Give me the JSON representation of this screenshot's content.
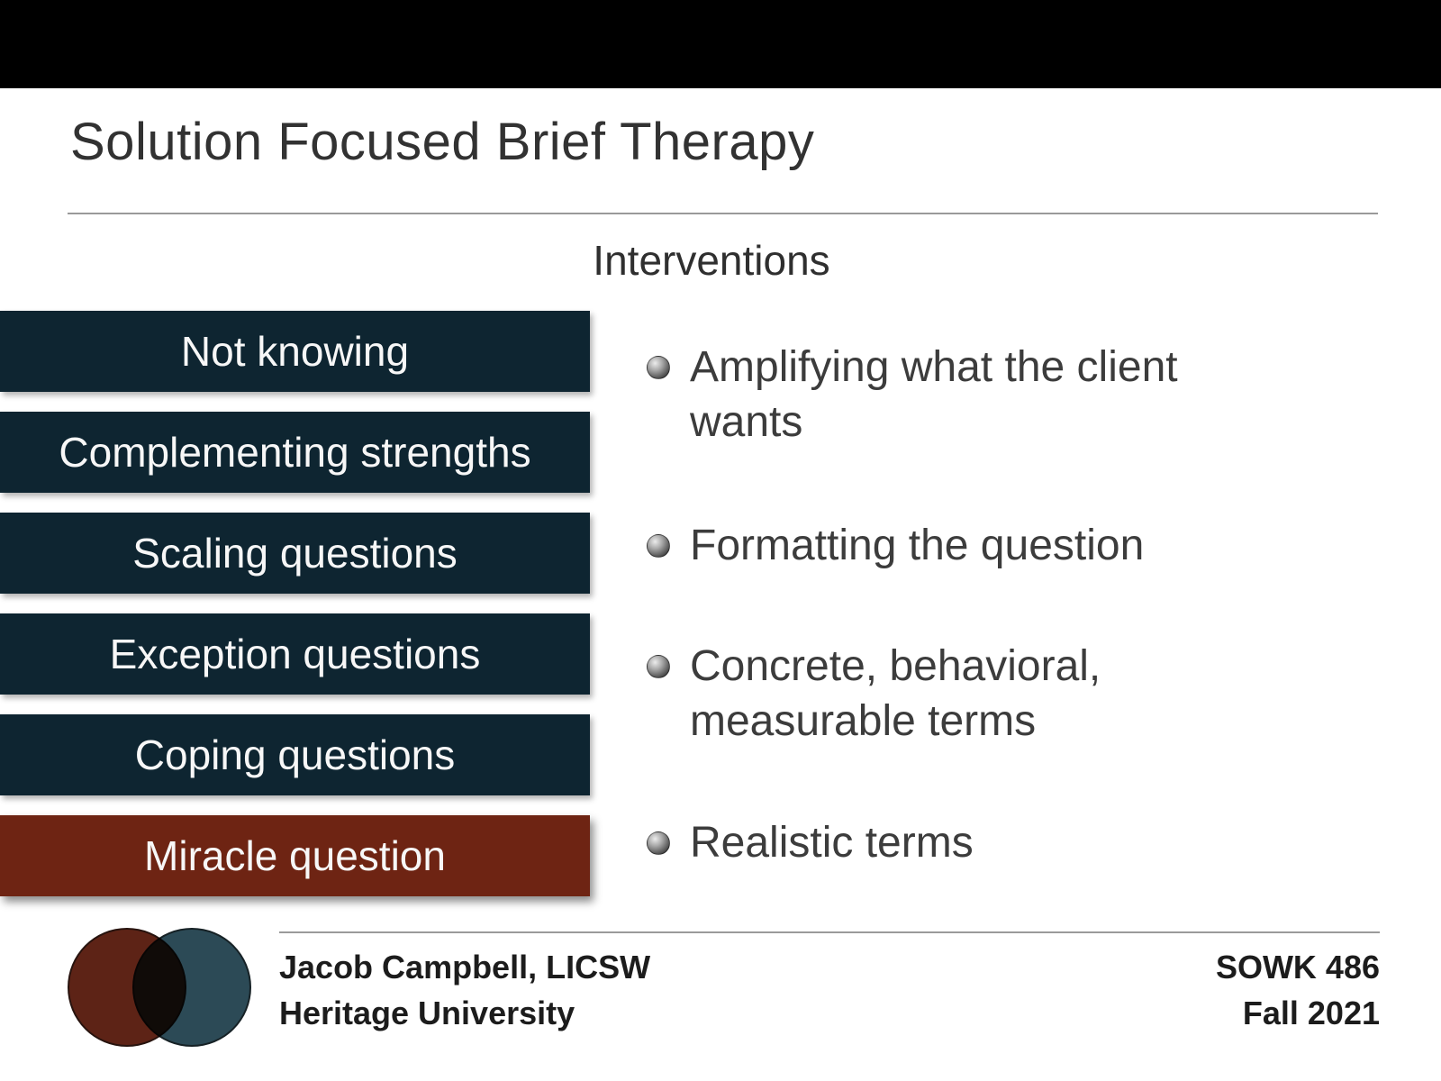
{
  "slide": {
    "title": "Solution Focused Brief Therapy",
    "section_heading": "Interventions"
  },
  "boxes": [
    {
      "label": "Not knowing",
      "variant": "dark"
    },
    {
      "label": "Complementing strengths",
      "variant": "dark"
    },
    {
      "label": "Scaling questions",
      "variant": "dark"
    },
    {
      "label": "Exception questions",
      "variant": "dark"
    },
    {
      "label": "Coping questions",
      "variant": "dark"
    },
    {
      "label": "Miracle question",
      "variant": "red"
    }
  ],
  "bullets": [
    "Amplifying what the client wants",
    "Formatting the question",
    "Concrete, behavioral, measurable terms",
    "Realistic terms"
  ],
  "footer": {
    "author": "Jacob Campbell, LICSW",
    "institution": "Heritage University",
    "course": "SOWK 486",
    "term": "Fall 2021"
  },
  "icons": {
    "bullet-sphere-icon": "gray-gradient-sphere",
    "logo-circles-icon": "overlapping-red-and-teal-circles"
  },
  "colors": {
    "top_bar": "#000000",
    "box_dark": "#0e2531",
    "box_red": "#6e2413",
    "logo_red": "#5d2316",
    "logo_teal": "#2c4a56",
    "title_text": "#323232",
    "body_text": "#3c3c3c"
  }
}
